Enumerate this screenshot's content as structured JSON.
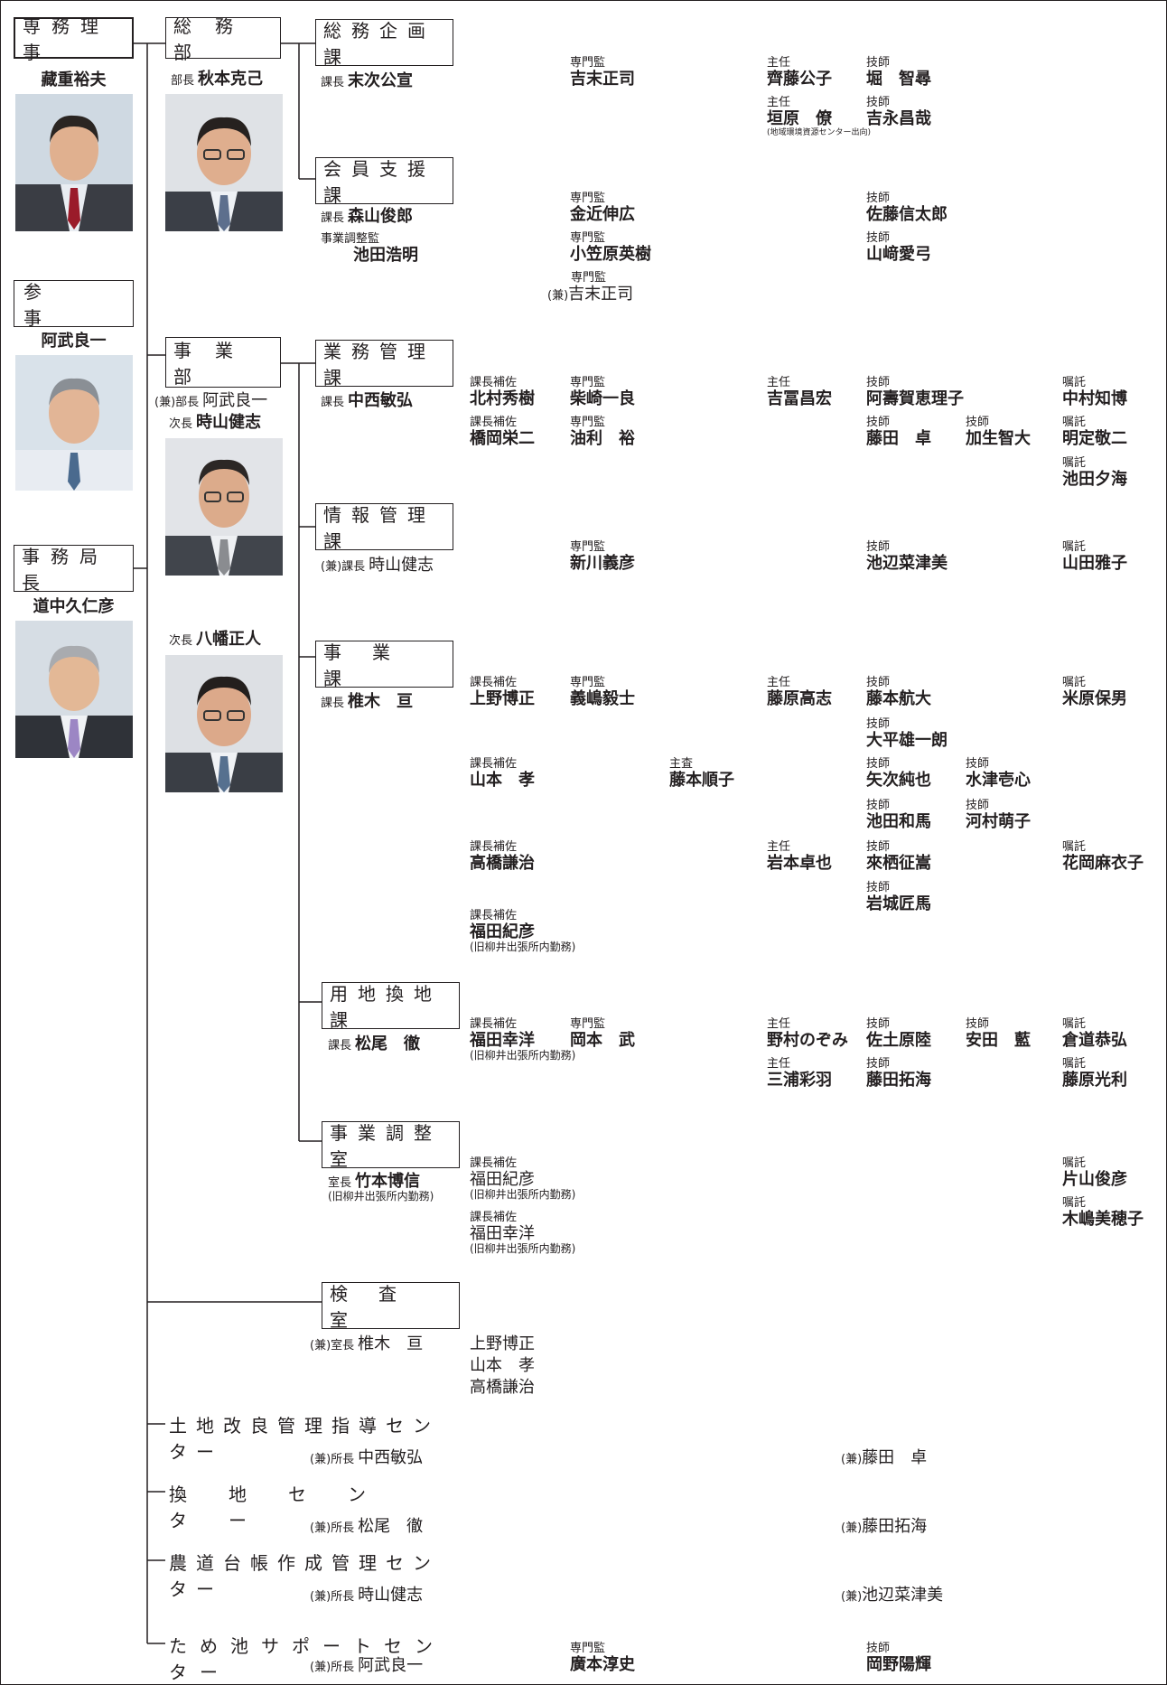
{
  "exec": [
    {
      "title": "専務理事",
      "name": "藏重裕夫"
    },
    {
      "title": "参事",
      "name": "阿武良一"
    },
    {
      "title": "事務局長",
      "name": "道中久仁彦"
    }
  ],
  "depts": {
    "soumu": {
      "box": "総務部",
      "head_role": "部長",
      "head_name": "秋本克己"
    },
    "jigyou": {
      "box": "事業部",
      "head_role": "(兼)部長",
      "head_name": "阿武良一",
      "deputy1_role": "次長",
      "deputy1_name": "時山健志",
      "deputy2_role": "次長",
      "deputy2_name": "八幡正人"
    }
  },
  "sections": {
    "soumu_kikaku": {
      "box": "総務企画課",
      "head_role": "課長",
      "head_name": "末次公宣"
    },
    "kaiin_shien": {
      "box": "会員支援課",
      "head_role": "課長",
      "head_name": "森山俊郎",
      "extra_role": "事業調整監",
      "extra_name": "池田浩明"
    },
    "gyoumu_kanri": {
      "box": "業務管理課",
      "head_role": "課長",
      "head_name": "中西敏弘"
    },
    "jouhou_kanri": {
      "box": "情報管理課",
      "head_role": "(兼)課長",
      "head_name": "時山健志"
    },
    "jigyou_ka": {
      "box": "事業課",
      "head_role": "課長",
      "head_name": "椎木　亘"
    },
    "youchi_kanchi": {
      "box": "用地換地課",
      "head_role": "課長",
      "head_name": "松尾　徹"
    },
    "jigyou_chousei": {
      "box": "事業調整室",
      "head_role": "室長",
      "head_name": "竹本博信",
      "note": "(旧柳井出張所内勤務)"
    },
    "kensa": {
      "box": "検査室",
      "head_role": "(兼)室長",
      "head_name": "椎木　亘",
      "members": [
        "上野博正",
        "山本　孝",
        "高橋謙治"
      ]
    }
  },
  "centers": [
    {
      "name": "土地改良管理指導センター",
      "head_role": "(兼)所長",
      "head_name": "中西敏弘",
      "staff": "藤田　卓",
      "staff_prefix": "(兼)"
    },
    {
      "name": "換地センター",
      "head_role": "(兼)所長",
      "head_name": "松尾　徹",
      "staff": "藤田拓海",
      "staff_prefix": "(兼)"
    },
    {
      "name": "農道台帳作成管理センター",
      "head_role": "(兼)所長",
      "head_name": "時山健志",
      "staff": "池辺菜津美",
      "staff_prefix": "(兼)"
    },
    {
      "name": "ため池サポートセンター",
      "head_role": "(兼)所長",
      "head_name": "阿武良一",
      "s1_title": "専門監",
      "s1_name": "廣本淳史",
      "s2_title": "技師",
      "s2_name": "岡野陽輝"
    }
  ],
  "staff": {
    "sk1": {
      "title": "専門監",
      "name": "吉末正司"
    },
    "sk2": {
      "title": "主任",
      "name": "齊藤公子"
    },
    "sk3": {
      "title": "技師",
      "name": "堀　智尋"
    },
    "sk4": {
      "title": "主任",
      "name": "垣原　僚",
      "note": "(地域環境資源センター出向)"
    },
    "sk5": {
      "title": "技師",
      "name": "吉永昌哉"
    },
    "ks1": {
      "title": "専門監",
      "name": "金近伸広"
    },
    "ks2": {
      "title": "専門監",
      "name": "小笠原英樹"
    },
    "ks3": {
      "title": "専門監",
      "name": "吉末正司",
      "prefix": "(兼)"
    },
    "ks4": {
      "title": "技師",
      "name": "佐藤信太郎"
    },
    "ks5": {
      "title": "技師",
      "name": "山﨑愛弓"
    },
    "gk1": {
      "title": "課長補佐",
      "name": "北村秀樹"
    },
    "gk2": {
      "title": "課長補佐",
      "name": "橋岡栄二"
    },
    "gk3": {
      "title": "専門監",
      "name": "柴崎一良"
    },
    "gk4": {
      "title": "専門監",
      "name": "油利　裕"
    },
    "gk5": {
      "title": "主任",
      "name": "吉冨昌宏"
    },
    "gk6": {
      "title": "技師",
      "name": "阿壽賀恵理子"
    },
    "gk7": {
      "title": "技師",
      "name": "藤田　卓"
    },
    "gk8": {
      "title": "技師",
      "name": "加生智大"
    },
    "gk9": {
      "title": "嘱託",
      "name": "中村知博"
    },
    "gk10": {
      "title": "嘱託",
      "name": "明定敬二"
    },
    "gk11": {
      "title": "嘱託",
      "name": "池田夕海"
    },
    "jk1": {
      "title": "専門監",
      "name": "新川義彦"
    },
    "jk2": {
      "title": "技師",
      "name": "池辺菜津美"
    },
    "jk3": {
      "title": "嘱託",
      "name": "山田雅子"
    },
    "jg1": {
      "title": "課長補佐",
      "name": "上野博正"
    },
    "jg2": {
      "title": "専門監",
      "name": "義嶋毅士"
    },
    "jg3": {
      "title": "主任",
      "name": "藤原高志"
    },
    "jg4": {
      "title": "技師",
      "name": "藤本航大"
    },
    "jg5": {
      "title": "嘱託",
      "name": "米原保男"
    },
    "jg6": {
      "title": "技師",
      "name": "大平雄一朗"
    },
    "jg7": {
      "title": "課長補佐",
      "name": "山本　孝"
    },
    "jg8": {
      "title": "主査",
      "name": "藤本順子"
    },
    "jg9": {
      "title": "技師",
      "name": "矢次純也"
    },
    "jg10": {
      "title": "技師",
      "name": "水津壱心"
    },
    "jg11": {
      "title": "技師",
      "name": "池田和馬"
    },
    "jg12": {
      "title": "技師",
      "name": "河村萌子"
    },
    "jg13": {
      "title": "課長補佐",
      "name": "高橋謙治"
    },
    "jg14": {
      "title": "主任",
      "name": "岩本卓也"
    },
    "jg15": {
      "title": "技師",
      "name": "來栖征嵩"
    },
    "jg16": {
      "title": "嘱託",
      "name": "花岡麻衣子"
    },
    "jg17": {
      "title": "技師",
      "name": "岩城匠馬"
    },
    "jg18": {
      "title": "課長補佐",
      "name": "福田紀彦",
      "note": "(旧柳井出張所内勤務)"
    },
    "yk1": {
      "title": "課長補佐",
      "name": "福田幸洋",
      "note": "(旧柳井出張所内勤務)"
    },
    "yk2": {
      "title": "専門監",
      "name": "岡本　武"
    },
    "yk3": {
      "title": "主任",
      "name": "野村のぞみ"
    },
    "yk4": {
      "title": "技師",
      "name": "佐土原陸"
    },
    "yk5": {
      "title": "技師",
      "name": "安田　藍"
    },
    "yk6": {
      "title": "嘱託",
      "name": "倉道恭弘"
    },
    "yk7": {
      "title": "主任",
      "name": "三浦彩羽"
    },
    "yk8": {
      "title": "技師",
      "name": "藤田拓海"
    },
    "yk9": {
      "title": "嘱託",
      "name": "藤原光利"
    },
    "jc1": {
      "title": "課長補佐",
      "name": "福田紀彦",
      "note": "(旧柳井出張所内勤務)"
    },
    "jc2": {
      "title": "課長補佐",
      "name": "福田幸洋",
      "note": "(旧柳井出張所内勤務)"
    },
    "jc3": {
      "title": "嘱託",
      "name": "片山俊彦"
    },
    "jc4": {
      "title": "嘱託",
      "name": "木嶋美穂子"
    }
  }
}
